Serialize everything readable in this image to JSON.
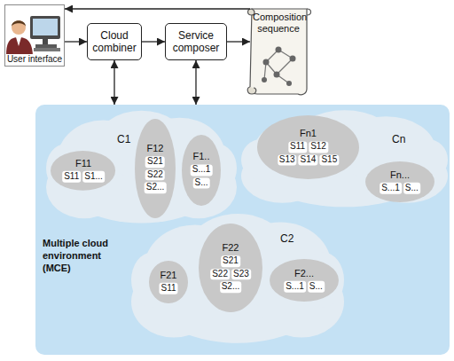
{
  "diagram": {
    "nodes": [
      {
        "text": [
          "User interface"
        ]
      },
      {
        "text": [
          "Cloud combiner"
        ]
      },
      {
        "text": [
          "Service composer"
        ]
      },
      {
        "text": [
          "Composition sequence"
        ]
      },
      {
        "text": [
          "Multiple cloud environment (MCE)"
        ]
      },
      {
        "text": [
          "C1"
        ],
        "in": 4
      },
      {
        "text": [
          "F11",
          "S11",
          "S1..."
        ],
        "in": 5
      },
      {
        "text": [
          "F12",
          "S21",
          "S22",
          "S2..."
        ],
        "in": 5
      },
      {
        "text": [
          "F1..",
          "S...1",
          "S..."
        ],
        "in": 5
      },
      {
        "text": [
          "Cn"
        ],
        "in": 4
      },
      {
        "text": [
          "Fn1",
          "S11",
          "S12",
          "S13",
          "S14",
          "S15"
        ],
        "in": 9
      },
      {
        "text": [
          "Fn...",
          "S...1",
          "S..."
        ],
        "in": 9
      },
      {
        "text": [
          "C2"
        ],
        "in": 4
      },
      {
        "text": [
          "F21",
          "S11"
        ],
        "in": 12
      },
      {
        "text": [
          "F22",
          "S21",
          "S22",
          "S23",
          "S2..."
        ],
        "in": 12
      },
      {
        "text": [
          "F2...",
          "S...1",
          "S..."
        ],
        "in": 12
      }
    ],
    "edges": [
      {
        "from": 0,
        "to": 1,
        "arrow": "to"
      },
      {
        "from": 1,
        "to": 2,
        "arrow": "to"
      },
      {
        "from": 2,
        "to": 3,
        "arrow": "to"
      },
      {
        "from": 3,
        "to": 0,
        "arrow": "to"
      },
      {
        "from": 1,
        "to": 4,
        "arrow": "both"
      },
      {
        "from": 2,
        "to": 4,
        "arrow": "both"
      }
    ]
  }
}
